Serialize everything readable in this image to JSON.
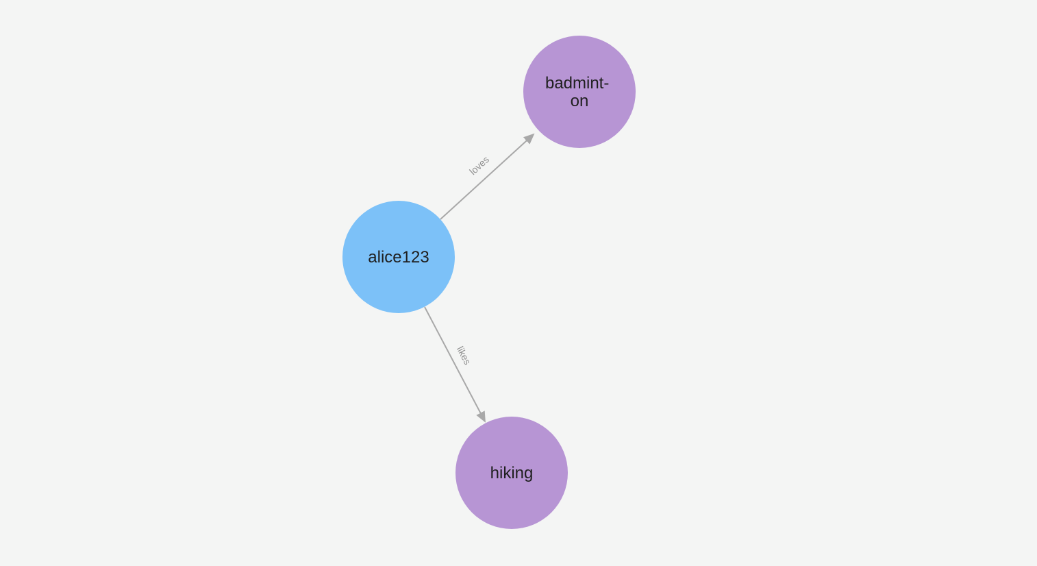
{
  "graph": {
    "background_color": "#f4f5f4",
    "edge_color": "#a8a8a8",
    "edge_label_color": "#8f8f8f",
    "node_label_color": "#1f1f1f",
    "nodes": [
      {
        "label": "alice123",
        "lines": [
          "alice123"
        ],
        "color": "#7cc1f8"
      },
      {
        "label": "badminton",
        "lines": [
          "badmint-",
          "on"
        ],
        "color": "#b795d4"
      },
      {
        "label": "hiking",
        "lines": [
          "hiking"
        ],
        "color": "#b795d4"
      }
    ],
    "edges": [
      {
        "label": "loves",
        "from": "alice123",
        "to": "badminton"
      },
      {
        "label": "likes",
        "from": "alice123",
        "to": "hiking"
      }
    ]
  }
}
